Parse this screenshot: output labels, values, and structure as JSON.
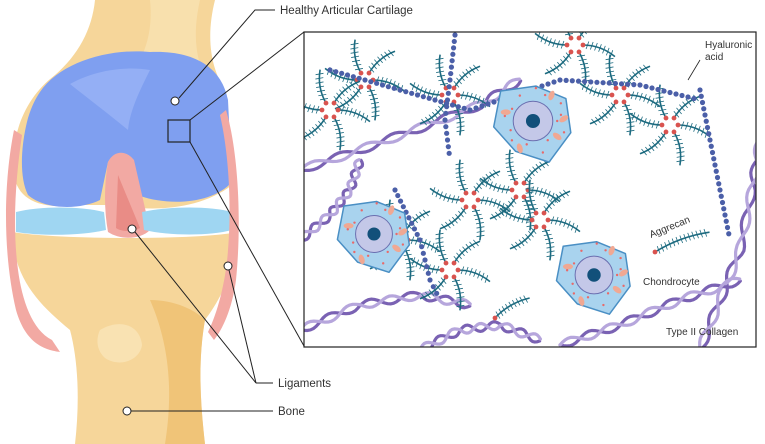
{
  "labels": {
    "cartilage": "Healthy Articular Cartilage",
    "ligaments": "Ligaments",
    "bone": "Bone",
    "hyaluronic_line1": "Hyaluronic",
    "hyaluronic_line2": "acid",
    "aggrecan": "Aggrecan",
    "chondrocyte": "Chondrocyte",
    "collagen": "Type II Collagen"
  },
  "colors": {
    "bone": "#f6d69a",
    "bone_shadow": "#eebc6a",
    "cartilage": "#7f9ff0",
    "meniscus": "#9fd6f2",
    "ligament": "#f2a9a3",
    "cell_fill": "#a9d3ee",
    "cell_edge": "#4a8fc4",
    "nucleus": "#12507a",
    "collagen": "#7a62b3",
    "collagen_light": "#b6a6dc",
    "aggrecan": "#1d6b80",
    "hyaluronic": "#4b5fa8",
    "link_node": "#d9534f",
    "leader_line": "#222222"
  }
}
